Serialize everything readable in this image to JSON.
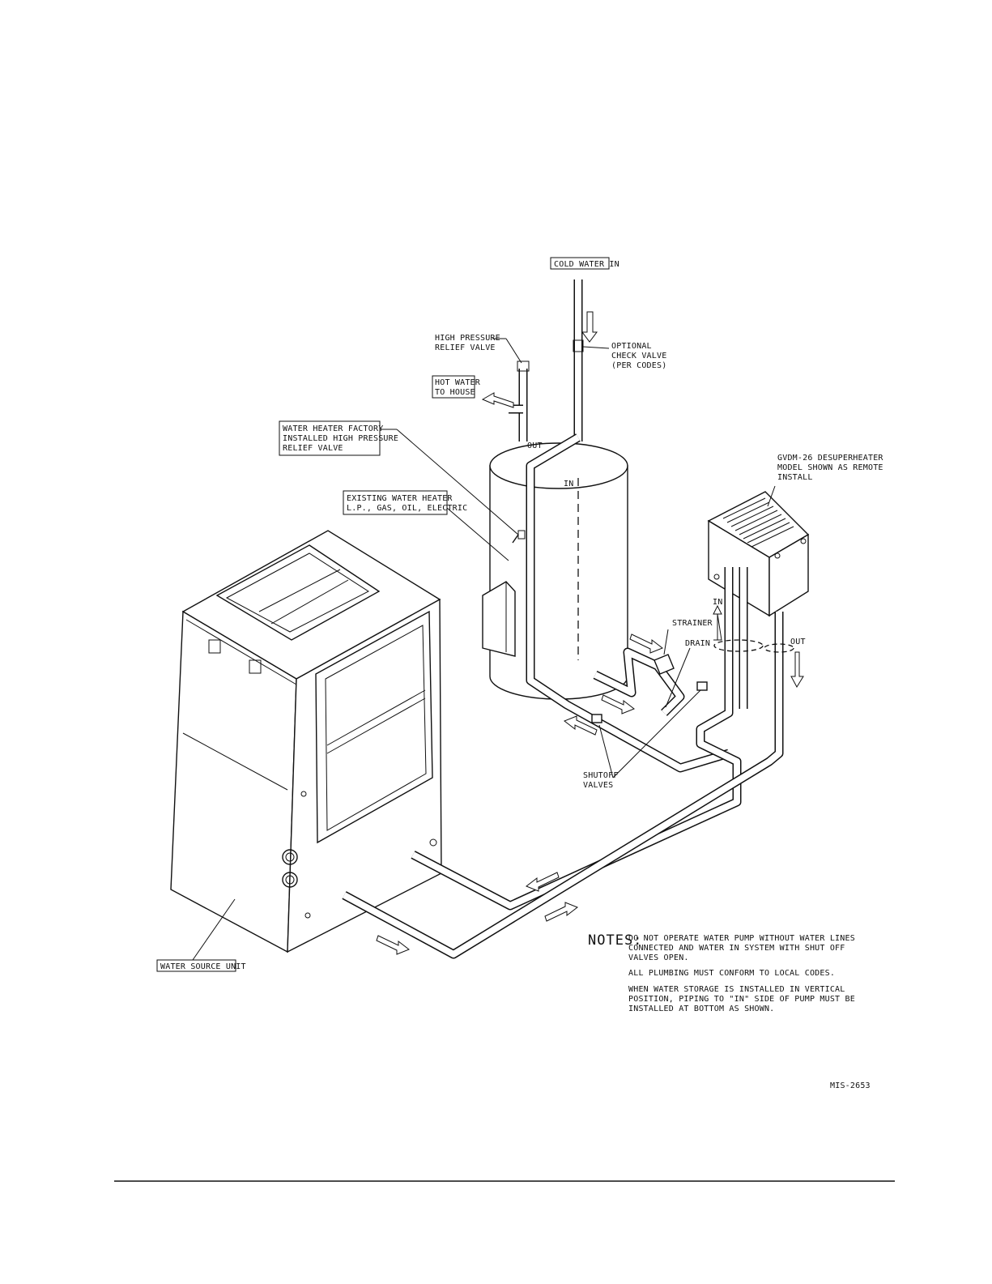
{
  "labels": {
    "cold_water_in": "COLD WATER IN",
    "high_pressure_relief_1": "HIGH PRESSURE",
    "high_pressure_relief_2": "RELIEF VALVE",
    "optional_check_1": "OPTIONAL",
    "optional_check_2": "CHECK VALVE",
    "optional_check_3": "(PER CODES)",
    "hot_water_1": "HOT WATER",
    "hot_water_2": "TO HOUSE",
    "factory_relief_1": "WATER HEATER FACTORY",
    "factory_relief_2": "INSTALLED HIGH PRESSURE",
    "factory_relief_3": "RELIEF VALVE",
    "existing_heater_1": "EXISTING WATER HEATER",
    "existing_heater_2": "L.P., GAS, OIL, ELECTRIC",
    "desuperheater_1": "GVDM-26 DESUPERHEATER",
    "desuperheater_2": "MODEL SHOWN AS REMOTE",
    "desuperheater_3": "INSTALL",
    "out_heater": "OUT",
    "in_heater": "IN",
    "in_pump": "IN",
    "out_pump": "OUT",
    "strainer": "STRAINER",
    "drain": "DRAIN",
    "shutoff_1": "SHUTOFF",
    "shutoff_2": "VALVES",
    "water_source_unit": "WATER SOURCE UNIT",
    "figure_id": "MIS-2653"
  },
  "notes": {
    "heading": "NOTES:",
    "note1_line1": "DO NOT OPERATE WATER PUMP WITHOUT WATER LINES",
    "note1_line2": "CONNECTED AND WATER IN SYSTEM WITH SHUT OFF",
    "note1_line3": "VALVES OPEN.",
    "note2_line1": "ALL PLUMBING MUST CONFORM TO LOCAL CODES.",
    "note3_line1": "WHEN WATER STORAGE IS INSTALLED IN VERTICAL",
    "note3_line2": "POSITION, PIPING TO \"IN\"  SIDE OF PUMP MUST BE",
    "note3_line3": "INSTALLED AT BOTTOM AS SHOWN."
  }
}
